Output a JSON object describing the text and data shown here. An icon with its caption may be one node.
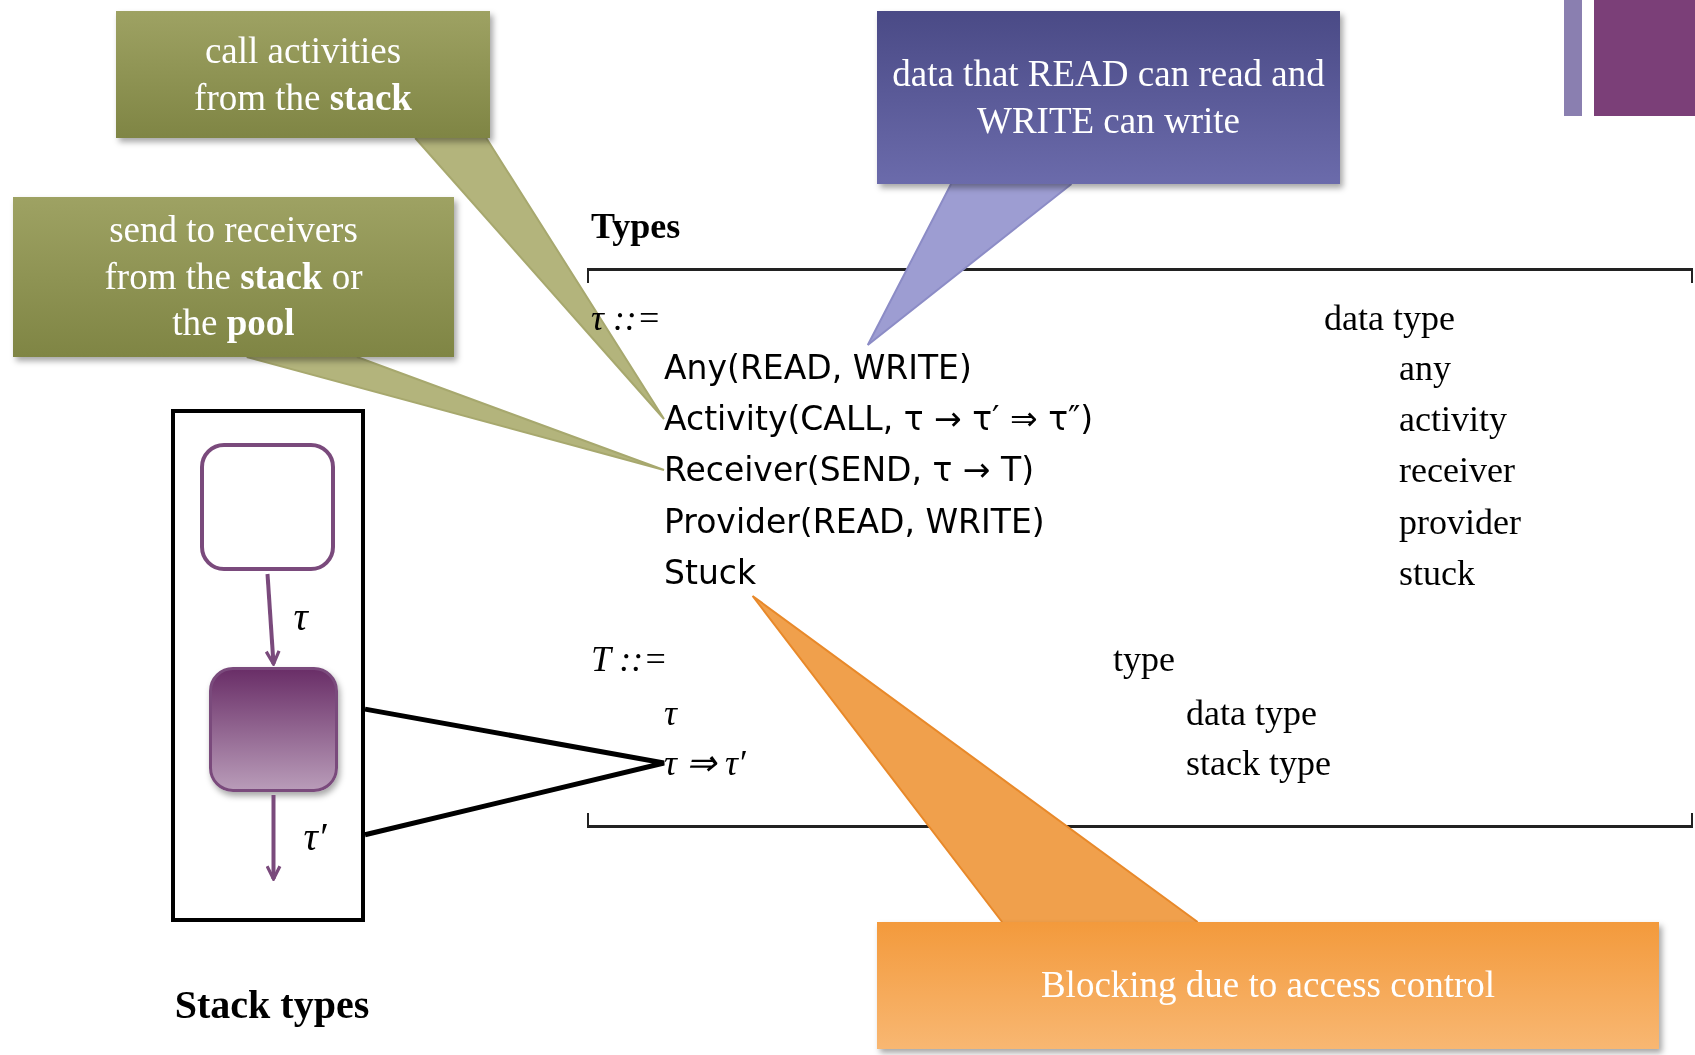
{
  "diagram": {
    "nodes": [
      {
        "text": [
          "call activities from the **stack**"
        ]
      },
      {
        "text": [
          "data that READ can read and WRITE can write"
        ]
      },
      {
        "text": [
          "send to receivers from the **stack** or the **pool**"
        ]
      },
      {
        "text": [
          "Types"
        ]
      },
      {
        "text": [
          "τ ::=",
          "data type"
        ],
        "in": 3
      },
      {
        "text": [
          "Any(READ, WRITE)",
          "any"
        ],
        "in": 3
      },
      {
        "text": [
          "Activity(CALL, τ → τ′ ⇒ τ″)",
          "activity"
        ],
        "in": 3
      },
      {
        "text": [
          "Receiver(SEND, τ → T)",
          "receiver"
        ],
        "in": 3
      },
      {
        "text": [
          "Provider(READ, WRITE)",
          "provider"
        ],
        "in": 3
      },
      {
        "text": [
          "Stuck",
          "stuck"
        ],
        "in": 3
      },
      {
        "text": [
          "T ::=",
          "type"
        ],
        "in": 3
      },
      {
        "text": [
          "τ",
          "data type"
        ],
        "in": 3
      },
      {
        "text": [
          "τ ⇒ τ′",
          "stack type"
        ],
        "in": 3
      },
      {
        "text": [
          "Stack types"
        ]
      },
      {
        "text": [],
        "shape": "box",
        "in": 13
      },
      {
        "text": [],
        "shape": "box",
        "in": 13
      },
      {
        "text": [
          "Blocking due to access control"
        ]
      }
    ],
    "edges": [
      {
        "from": 0,
        "to": 6,
        "arrow": "none",
        "color": "#a7a86e"
      },
      {
        "from": 2,
        "to": 7,
        "arrow": "none",
        "color": "#a7a86e"
      },
      {
        "from": 1,
        "to": 5,
        "arrow": "none",
        "color": "#8c8cc6"
      },
      {
        "from": 16,
        "to": 9,
        "arrow": "none",
        "color": "#e8892a"
      },
      {
        "from": 13,
        "to": 12,
        "arrow": "none",
        "style": "thick",
        "color": "#000000"
      },
      {
        "from": 14,
        "to": 15,
        "arrow": "to",
        "label": "τ",
        "color": "#7a4a7c"
      },
      {
        "from": 15,
        "to": null,
        "arrow": "to",
        "label": "τ′",
        "color": "#7a4a7c"
      }
    ]
  }
}
